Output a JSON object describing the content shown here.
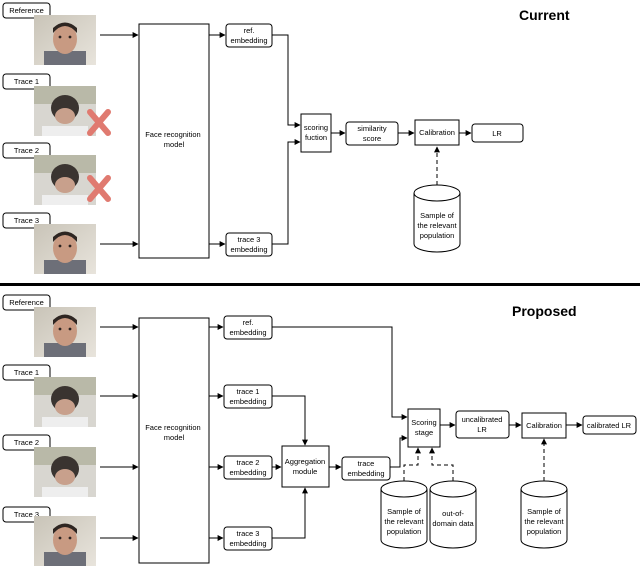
{
  "current": {
    "title": "Current",
    "inputs": [
      "Reference",
      "Trace 1",
      "Trace 2",
      "Trace 3"
    ],
    "face_model": [
      "Face recognition",
      "model"
    ],
    "ref_embedding": [
      "ref.",
      "embedding"
    ],
    "trace3_embedding": [
      "trace 3",
      "embedding"
    ],
    "scoring": [
      "scoring",
      "fuction"
    ],
    "similarity": [
      "similarity",
      "score"
    ],
    "calibration": "Calibration",
    "lr": "LR",
    "population": [
      "Sample of",
      "the relevant",
      "population"
    ]
  },
  "proposed": {
    "title": "Proposed",
    "inputs": [
      "Reference",
      "Trace 1",
      "Trace 2",
      "Trace 3"
    ],
    "face_model": [
      "Face recognition",
      "model"
    ],
    "ref_embedding": [
      "ref.",
      "embedding"
    ],
    "trace1_embedding": [
      "trace 1",
      "embedding"
    ],
    "trace2_embedding": [
      "trace 2",
      "embedding"
    ],
    "trace3_embedding": [
      "trace 3",
      "embedding"
    ],
    "aggregation": [
      "Aggregation",
      "module"
    ],
    "trace_embedding": [
      "trace",
      "embedding"
    ],
    "scoring": [
      "Scoring",
      "stage"
    ],
    "uncalibrated": [
      "uncalibrated",
      "LR"
    ],
    "calibration": "Calibration",
    "calibrated": "calibrated LR",
    "population_a": [
      "Sample of",
      "the relevant",
      "population"
    ],
    "out_of_domain": [
      "out-of-",
      "domain data"
    ],
    "population_b": [
      "Sample of",
      "the relevant",
      "population"
    ]
  }
}
